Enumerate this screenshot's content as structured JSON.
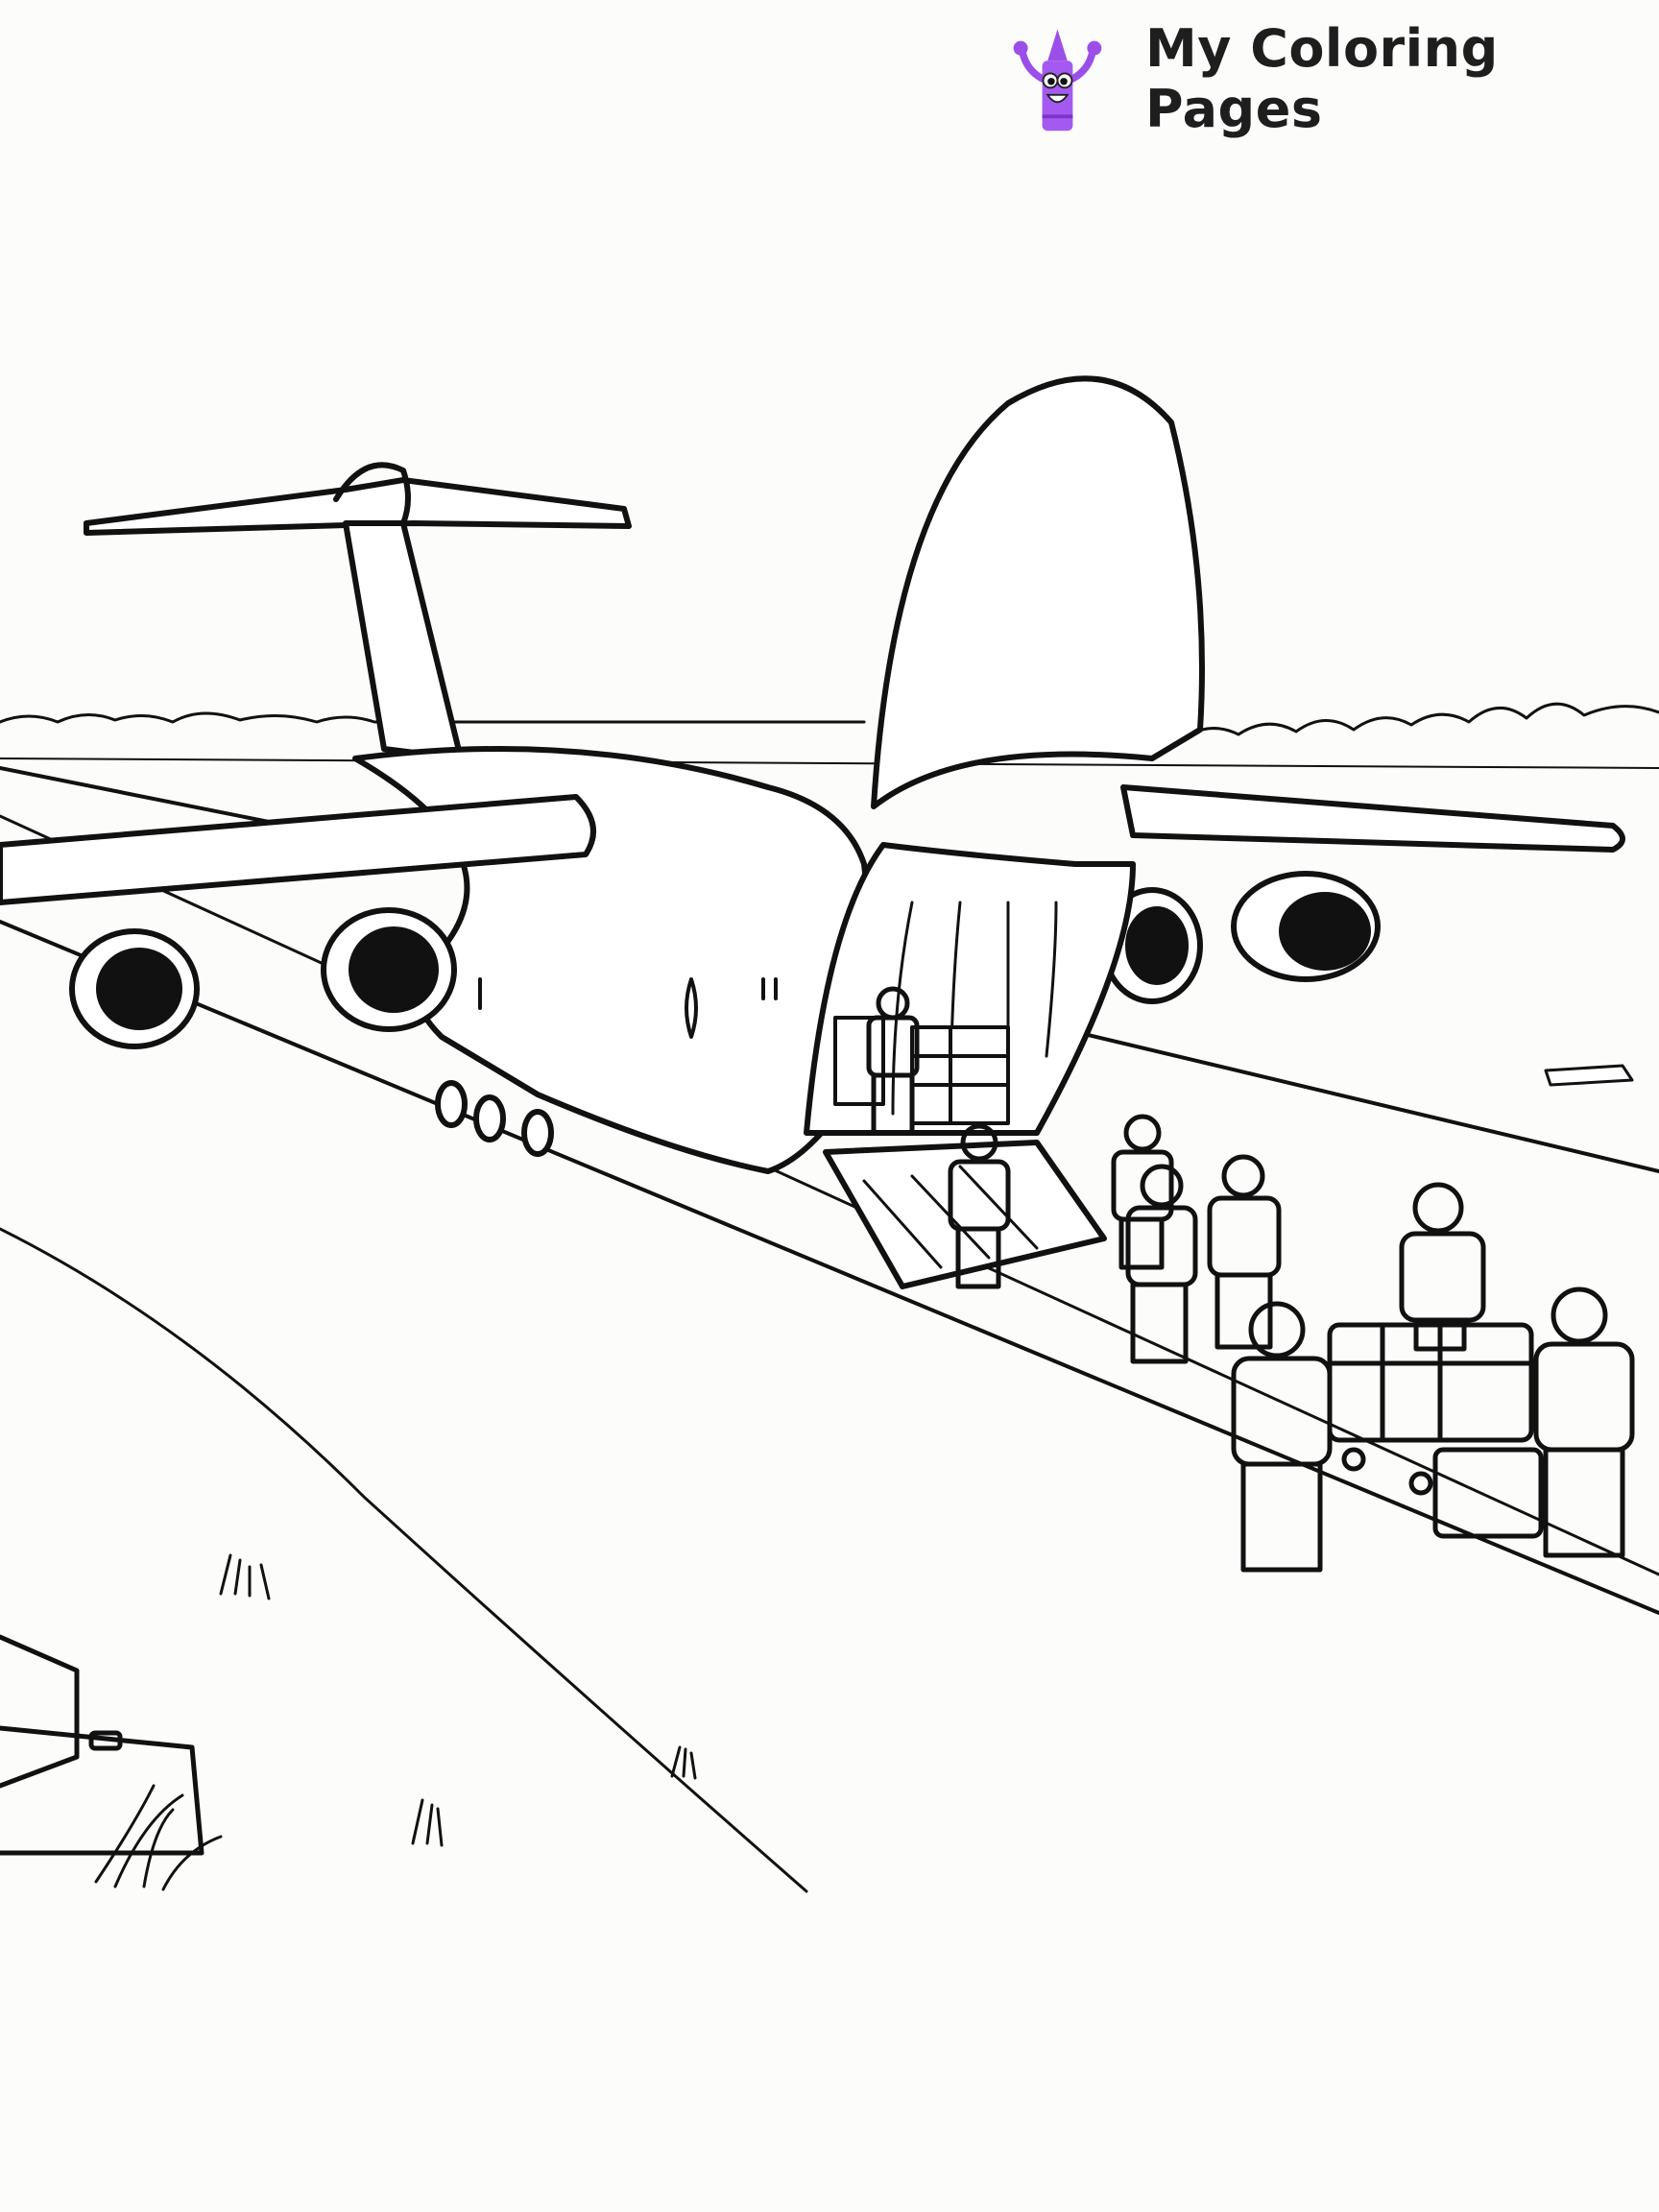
{
  "brand": {
    "title": "My Coloring Pages",
    "logo_icon": "purple-crayon-mascot-icon",
    "accent_color": "#9b4fe8"
  },
  "artwork": {
    "subject": "Military cargo plane unloading supplies with soldiers on runway",
    "style": "black line art coloring page",
    "line_color": "#111111",
    "background_color": "#fcfcfa"
  }
}
